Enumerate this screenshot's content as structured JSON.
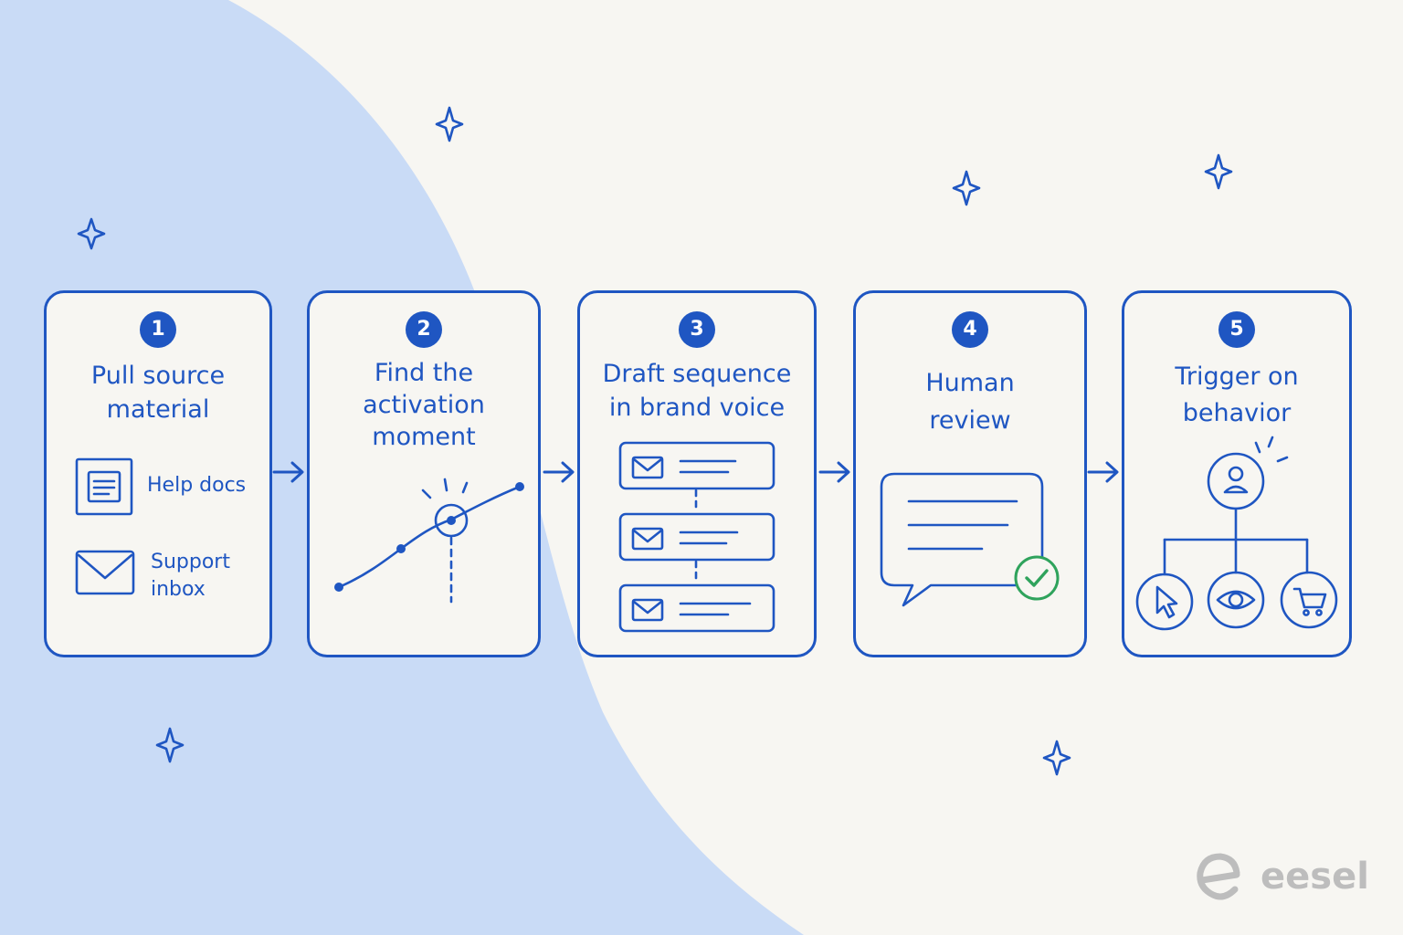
{
  "colors": {
    "accent": "#1f56c2",
    "blob": "#c9dbf6",
    "background": "#f7f6f2",
    "check": "#2fa35c",
    "logo": "#bdbdbd"
  },
  "steps": [
    {
      "number": "1",
      "title": "Pull source\nmaterial",
      "items": [
        {
          "icon": "document-icon",
          "label": "Help docs"
        },
        {
          "icon": "mail-icon",
          "label": "Support\ninbox"
        }
      ]
    },
    {
      "number": "2",
      "title": "Find the\nactivation\nmoment",
      "icon": "activation-chart-icon"
    },
    {
      "number": "3",
      "title": "Draft sequence\nin brand voice",
      "icon": "email-sequence-icon"
    },
    {
      "number": "4",
      "title": "Human\nreview",
      "icon": "approved-message-icon"
    },
    {
      "number": "5",
      "title": "Trigger on\nbehavior",
      "icons": [
        "user-icon",
        "cursor-icon",
        "eye-icon",
        "cart-icon"
      ]
    }
  ],
  "logo": {
    "text": "eesel"
  }
}
